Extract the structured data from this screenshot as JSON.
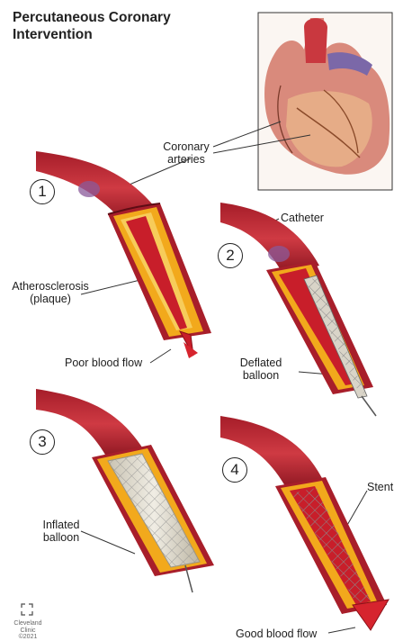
{
  "title": "Percutaneous Coronary Intervention",
  "steps": [
    "1",
    "2",
    "3",
    "4"
  ],
  "labels": {
    "coronary_arteries": [
      "Coronary",
      "arteries"
    ],
    "catheter": "Catheter",
    "atherosclerosis": [
      "Atherosclerosis",
      "(plaque)"
    ],
    "poor_blood_flow": "Poor blood flow",
    "deflated_balloon": [
      "Deflated",
      "balloon"
    ],
    "inflated_balloon": [
      "Inflated",
      "balloon"
    ],
    "stent": "Stent",
    "good_blood_flow": "Good blood flow"
  },
  "logo": {
    "name": [
      "Cleveland",
      "Clinic"
    ],
    "year": "©2021"
  },
  "colors": {
    "artery_wall": "#b8232e",
    "artery_dark": "#7e121c",
    "plaque": "#f2a91c",
    "plaque_light": "#f7cc5a",
    "blood": "#c8202c",
    "balloon": "#d9d4c8",
    "heart": "#d9867a",
    "aorta": "#c9383f"
  }
}
